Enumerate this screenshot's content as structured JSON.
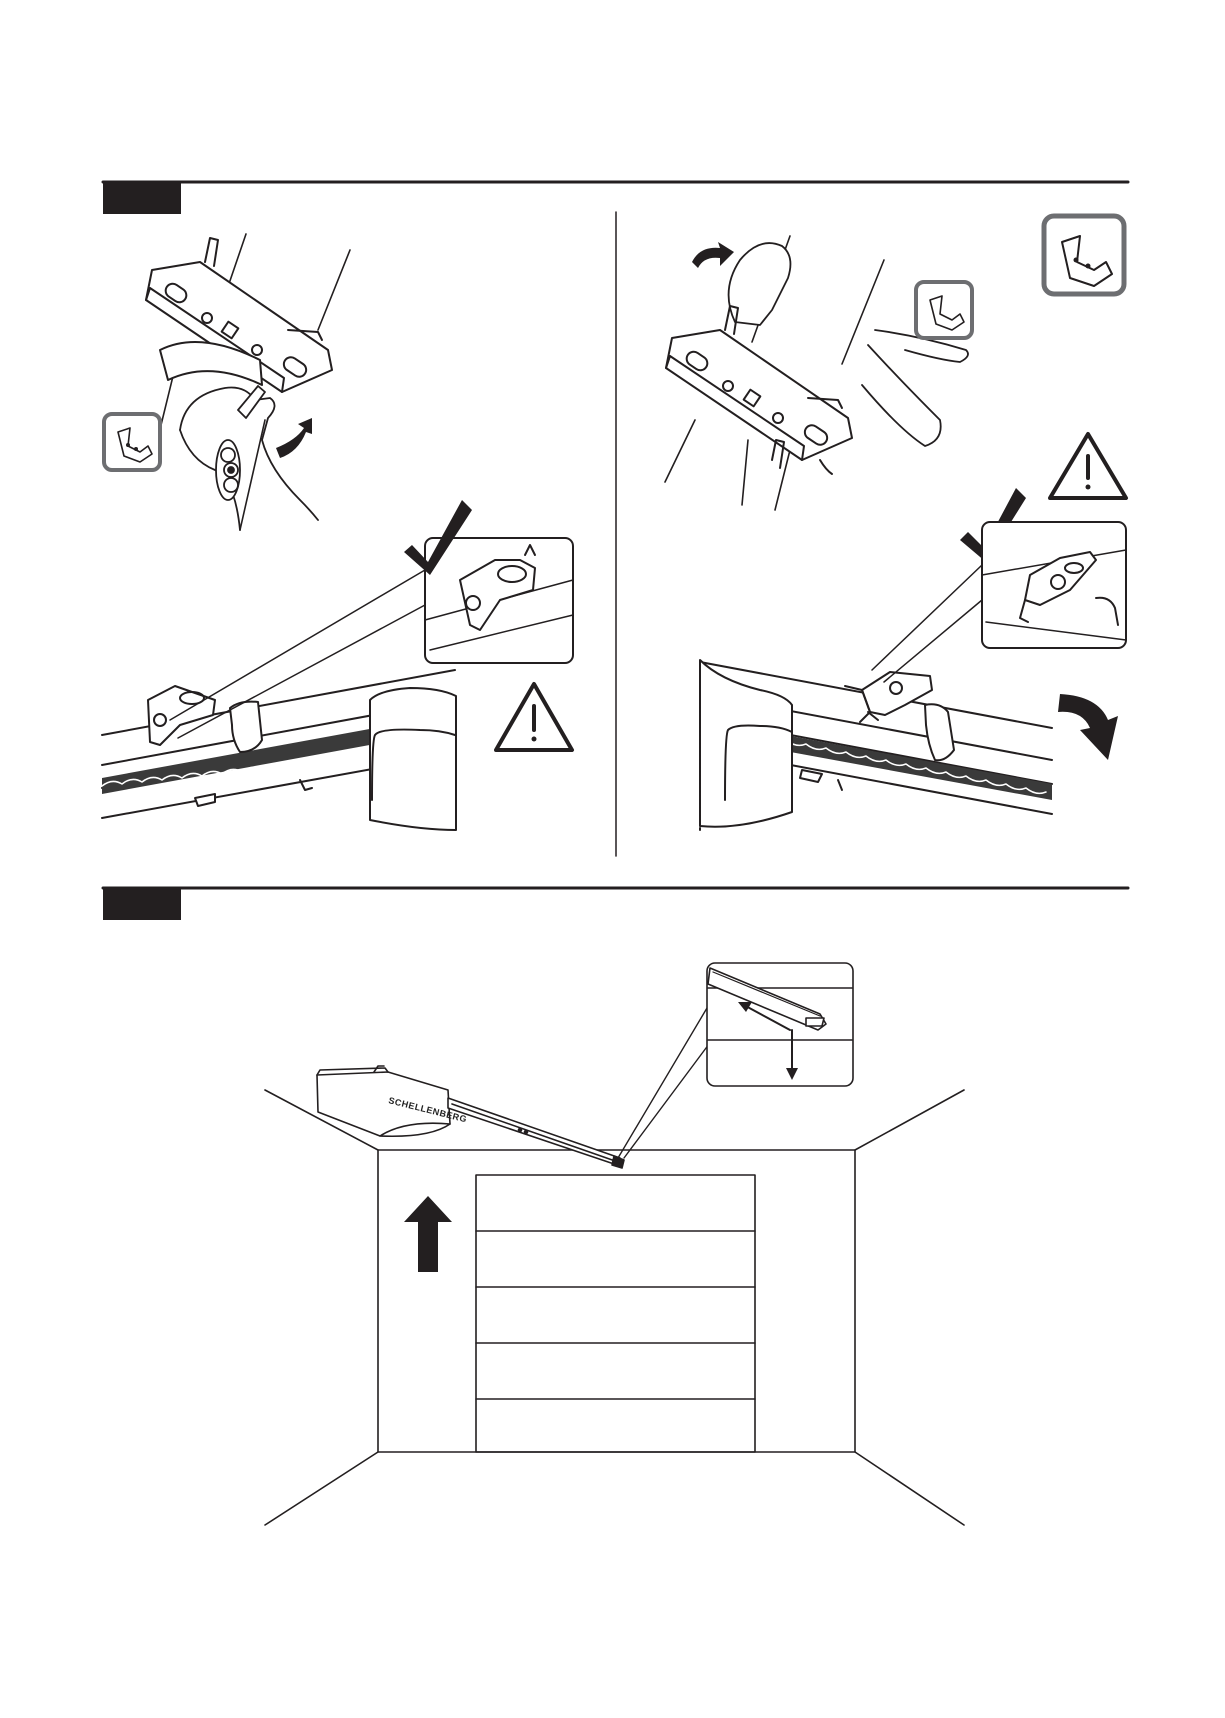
{
  "steps": [
    {
      "id": "step-a",
      "label": ""
    },
    {
      "id": "step-b",
      "label": ""
    }
  ],
  "device": {
    "brand": "SCHELLENBERG"
  },
  "colors": {
    "ink": "#231f20",
    "paper": "#ffffff",
    "tool_frame": "#6d6e71",
    "chain": "#3a3a3a"
  },
  "icons": [
    "wrench-icon",
    "warning-icon",
    "check-icon",
    "rotate-arrow-icon",
    "up-arrow-icon",
    "hand-icon"
  ]
}
